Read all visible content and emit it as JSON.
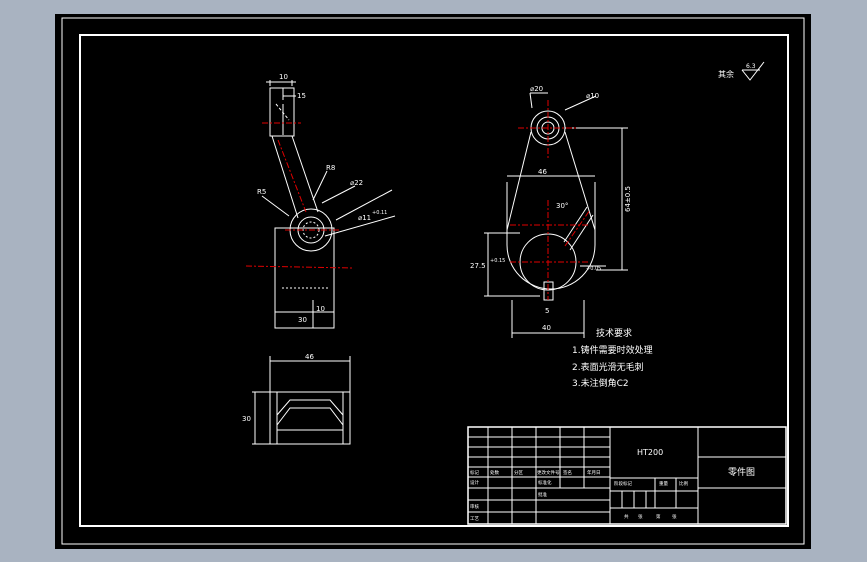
{
  "colors": {
    "background": "#a9b3c1",
    "paper": "#000000",
    "line": "#ffffff",
    "centerline": "#e00000",
    "grey_line": "#9a9a9a"
  },
  "roughness": {
    "label": "其余",
    "value": "6.3"
  },
  "left_view": {
    "dim_top": "10",
    "dim_top_inner": "15",
    "radius_r8": "R8",
    "radius_r5": "R5",
    "dia_22": "⌀22",
    "dia_11": "⌀11",
    "dia_11_tol": "+0.11",
    "dim_bottom_width": "30",
    "dim_bottom_small": "10"
  },
  "right_view": {
    "dia_20": "⌀20",
    "dia_10": "⌀10",
    "dim_width_top": "46",
    "dim_height_side": "64±0.5",
    "angle": "30°",
    "dim_left_height": "27.5",
    "dim_left_tol": "+0.15",
    "dim_bottom_width": "40",
    "dim_slot": "5",
    "dim_right_tol": "+0.05"
  },
  "bottom_view": {
    "dim_top_width": "46",
    "dim_side_height": "30"
  },
  "tech_requirements": {
    "title": "技术要求",
    "lines": [
      "1.铸件需要时效处理",
      "2.表面光滑无毛刺",
      "3.未注倒角C2"
    ]
  },
  "title_block": {
    "material": "HT200",
    "drawing_name": "零件图",
    "cells": [
      "标记",
      "处数",
      "分区",
      "更改文件号",
      "签名",
      "年月日",
      "设计",
      "标准化",
      "阶段标记",
      "重量",
      "比例",
      "审核",
      "工艺",
      "批准",
      "共",
      "张",
      "第",
      "张"
    ]
  }
}
